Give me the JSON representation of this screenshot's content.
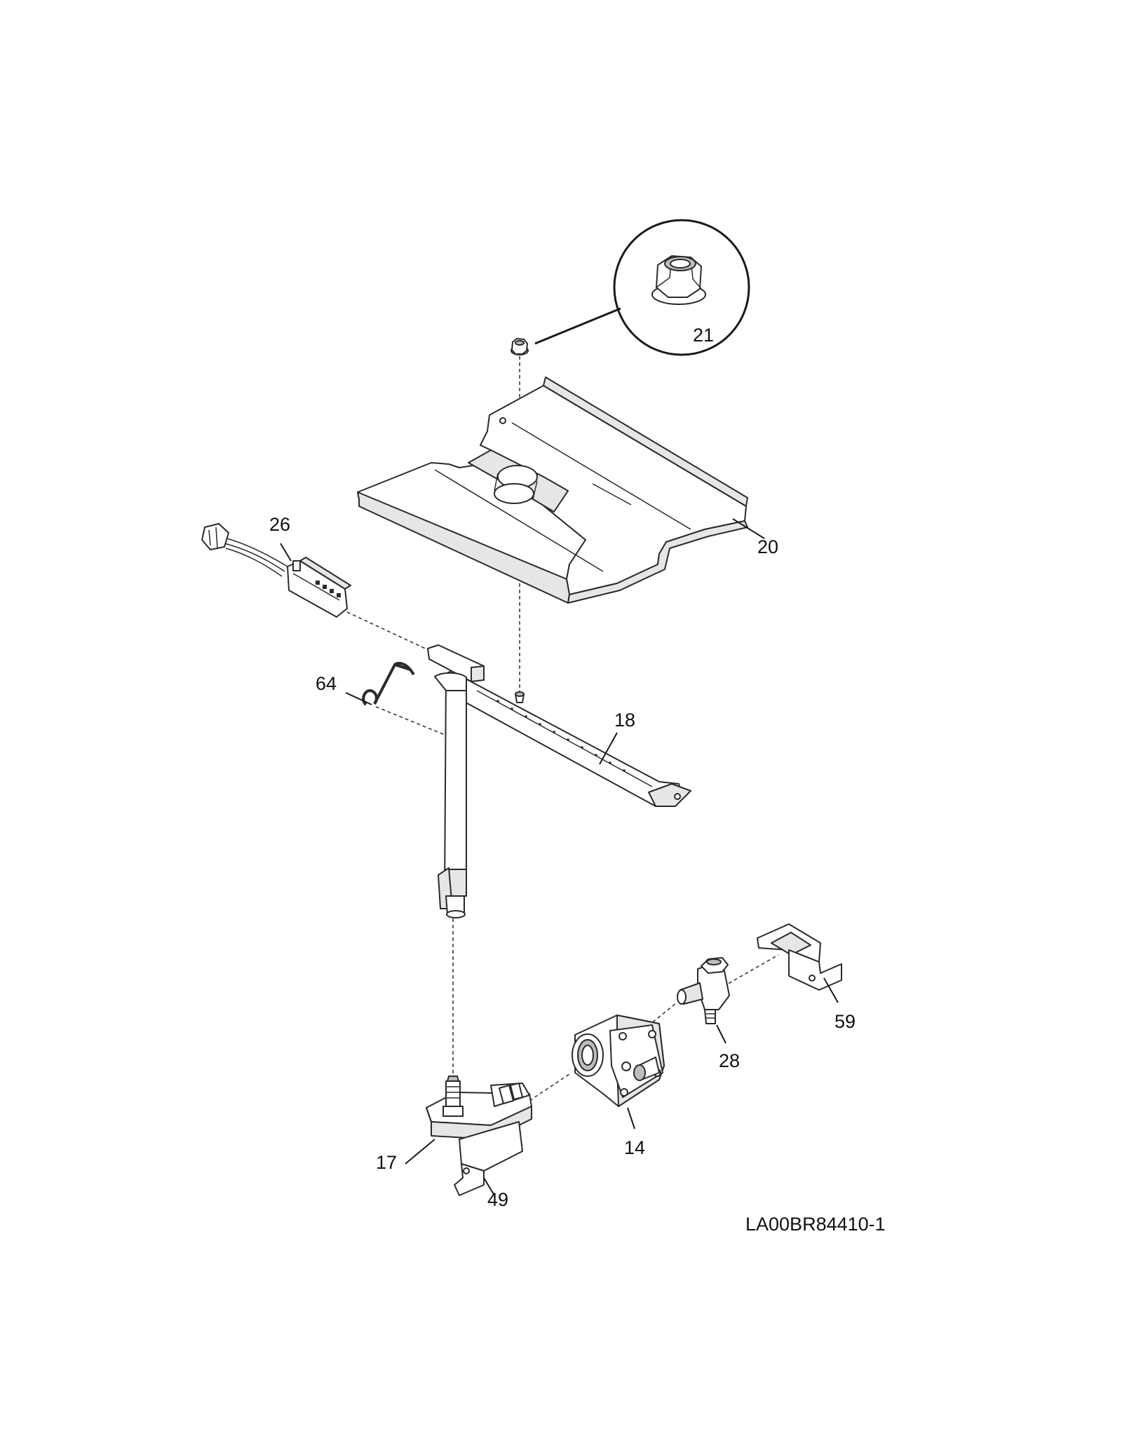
{
  "callouts": {
    "c21": "21",
    "c20": "20",
    "c26": "26",
    "c64": "64",
    "c18": "18",
    "c59": "59",
    "c28": "28",
    "c14": "14",
    "c17": "17",
    "c49": "49"
  },
  "diagram_id": "LA00BR84410-1"
}
